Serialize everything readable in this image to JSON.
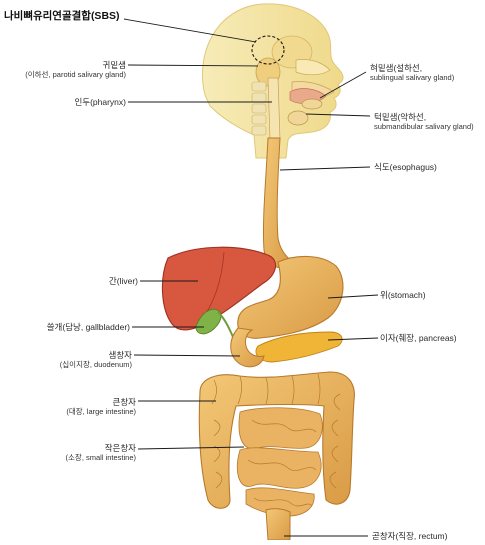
{
  "labels": {
    "sbs": "나비뼈유리연골결합(SBS)",
    "parotid_ko": "귀밑샘",
    "parotid_sub": "(이하선, parotid salivary gland)",
    "pharynx": "인두(pharynx)",
    "sublingual_ko": "혀밑샘(설하선,",
    "sublingual_sub": "sublingual salivary gland)",
    "submandibular_ko": "턱밑샘(악하선,",
    "submandibular_sub": "submandibular salivary gland)",
    "esophagus": "식도(esophagus)",
    "liver": "간(liver)",
    "stomach": "위(stomach)",
    "gallbladder": "쓸개(담낭, gallbladder)",
    "pancreas": "이자(췌장, pancreas)",
    "duodenum_ko": "샘창자",
    "duodenum_sub": "(십이지장, duodenum)",
    "large_intestine_ko": "큰창자",
    "large_intestine_sub": "(대장, large intestine)",
    "small_intestine_ko": "작은창자",
    "small_intestine_sub": "(소장, small intestine)",
    "rectum": "곧창자(직장, rectum)"
  },
  "colors": {
    "skin": "#f5e6a8",
    "skin_edge": "#d9c46e",
    "digestive": "#e9b35a",
    "digestive_edge": "#b7792c",
    "liver": "#d8573f",
    "liver_edge": "#9e2f22",
    "gallbladder": "#7fb348",
    "pancreas": "#f0b436",
    "line": "#1a1a1a"
  }
}
